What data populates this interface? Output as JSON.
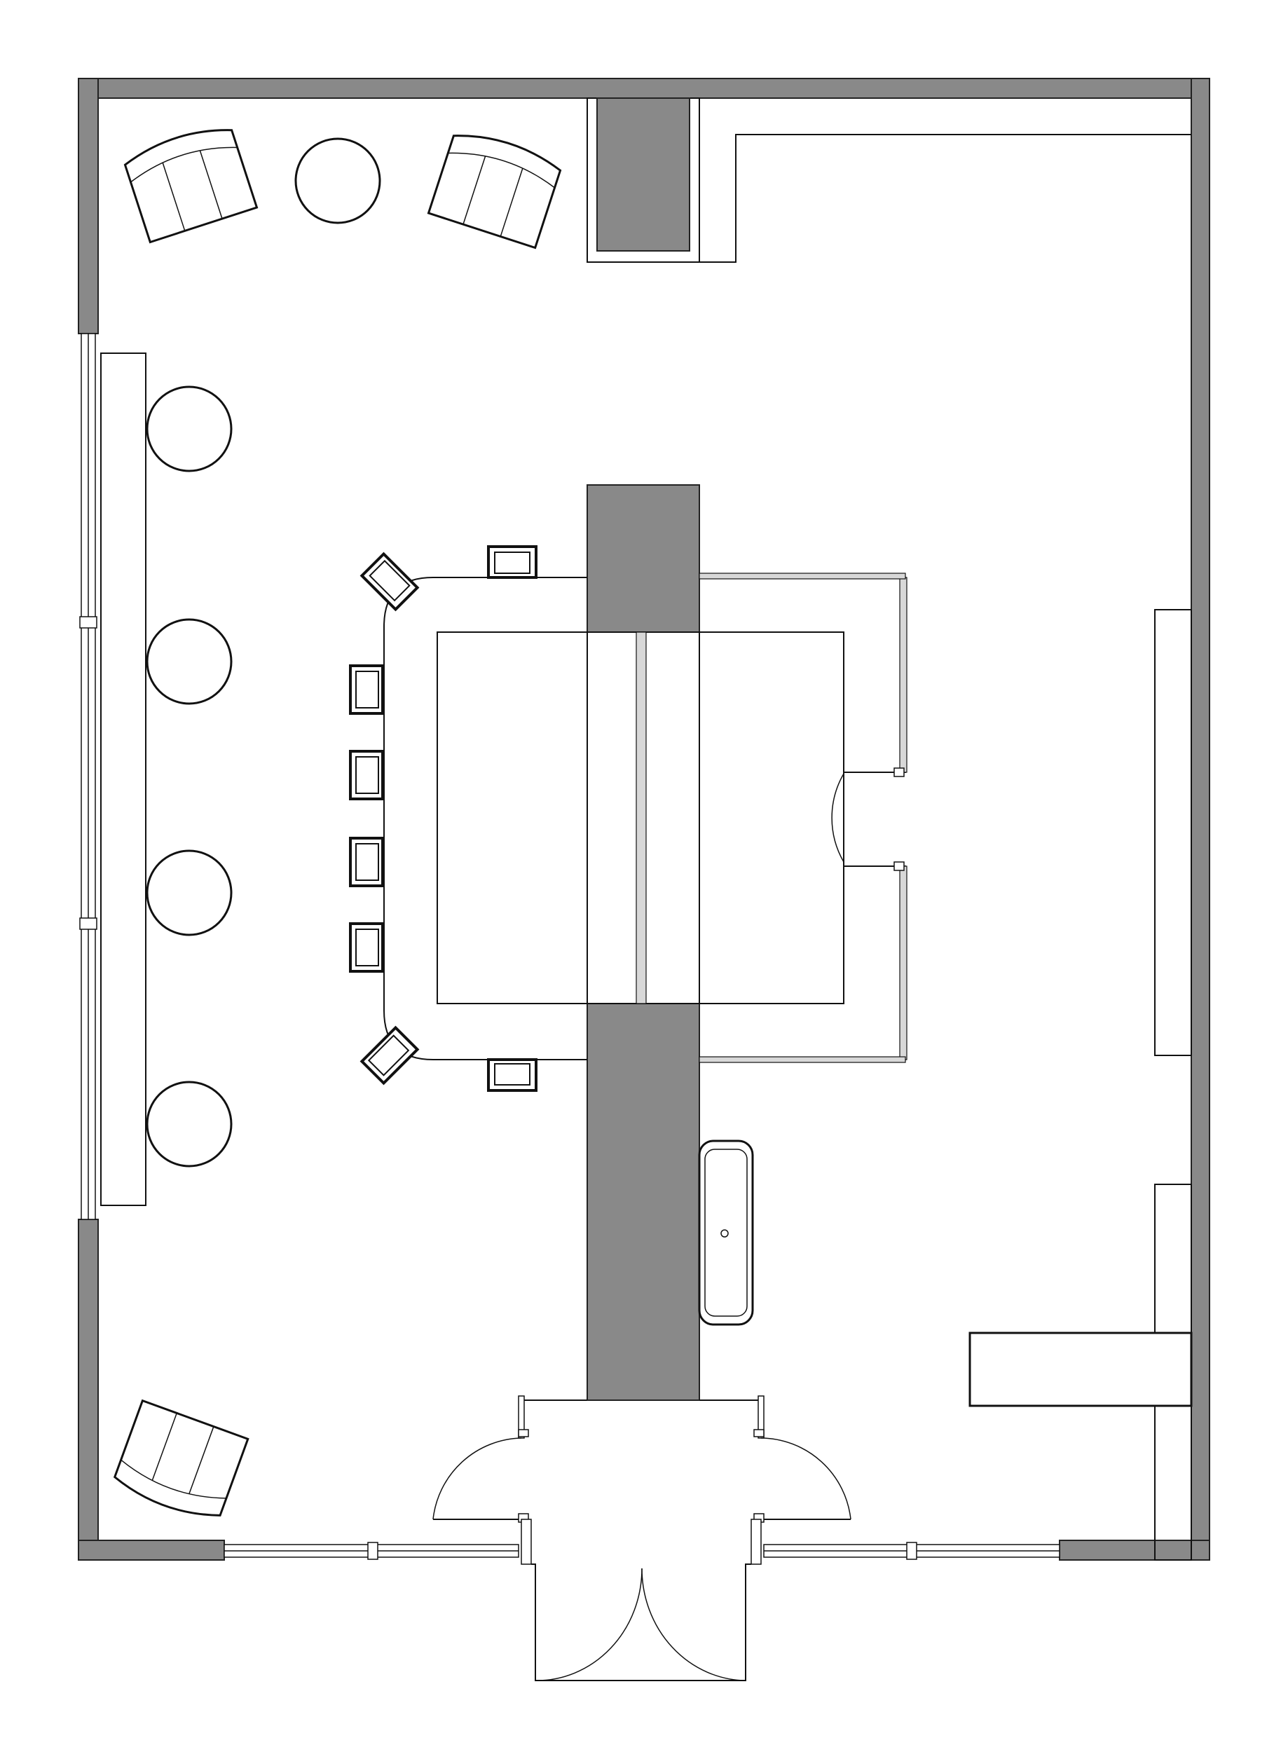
{
  "drawing": {
    "kind": "floor-plan",
    "colors": {
      "wall": "#898989",
      "line": "#111111",
      "background": "#ffffff"
    },
    "elements": [
      "exterior-walls",
      "structural-core",
      "conference-table",
      "dining-chairs",
      "lounge-armchairs",
      "round-tables",
      "window-bench",
      "bathtub",
      "double-entry-doors",
      "side-door",
      "storefront-windows",
      "side-counter",
      "wall-shelves"
    ]
  }
}
